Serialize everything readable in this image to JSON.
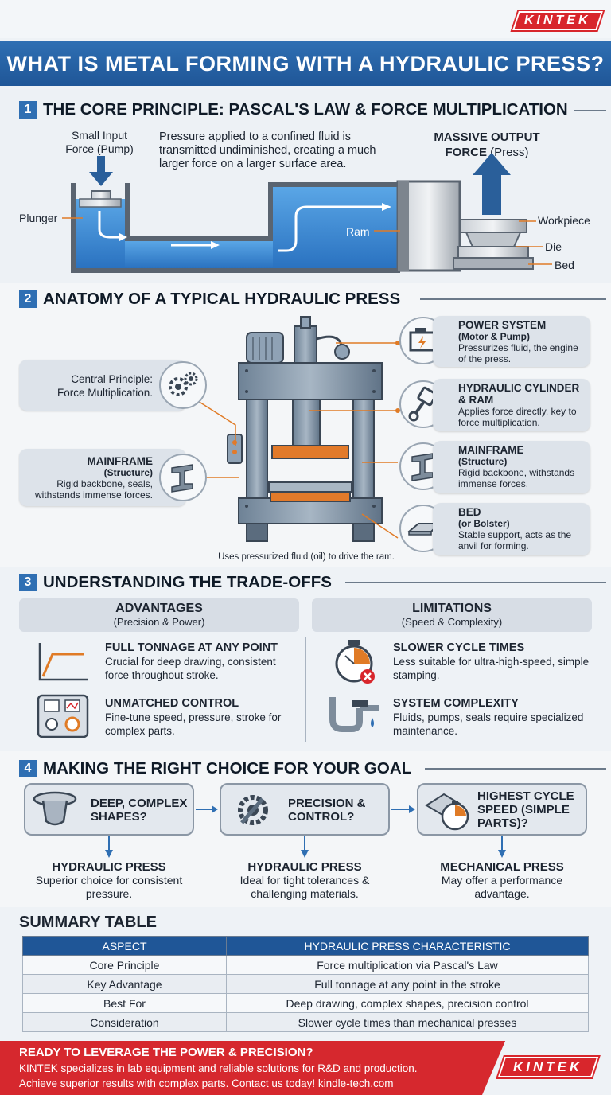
{
  "brand": {
    "logo_text": "KINTEK",
    "accent": "#d8262c",
    "primary": "#1f5697"
  },
  "title": "WHAT IS METAL FORMING WITH A HYDRAULIC PRESS?",
  "section1": {
    "num": "1",
    "title": "THE CORE PRINCIPLE: PASCAL'S LAW & FORCE MULTIPLICATION",
    "input_label_1": "Small Input",
    "input_label_2": "Force (Pump)",
    "description": "Pressure applied to a confined fluid is transmitted undiminished, creating a much larger force on a larger surface area.",
    "output_label_1": "MASSIVE OUTPUT",
    "output_label_2": "FORCE",
    "output_label_3": "(Press)",
    "plunger": "Plunger",
    "ram": "Ram",
    "workpiece": "Workpiece",
    "die": "Die",
    "bed": "Bed"
  },
  "section2": {
    "num": "2",
    "title": "ANATOMY OF A TYPICAL HYDRAULIC PRESS",
    "left_cards": [
      {
        "title": "Central Principle:",
        "body": "Force Multiplication.",
        "icon": "gears-icon"
      },
      {
        "title": "MAINFRAME",
        "sub": "(Structure)",
        "body": "Rigid backbone, seals, withstands immense forces.",
        "icon": "i-beam-icon"
      }
    ],
    "right_cards": [
      {
        "title": "POWER SYSTEM",
        "sub": "(Motor & Pump)",
        "body": "Pressurizes fluid, the engine of the press.",
        "icon": "engine-icon"
      },
      {
        "title": "HYDRAULIC CYLINDER & RAM",
        "body": "Applies force directly, key to force multiplication.",
        "icon": "piston-icon"
      },
      {
        "title": "MAINFRAME",
        "sub": "(Structure)",
        "body": "Rigid backbone, withstands immense forces.",
        "icon": "i-beam-icon"
      },
      {
        "title": "BED",
        "sub": "(or Bolster)",
        "body": "Stable support, acts as the anvil for forming.",
        "icon": "plate-icon"
      }
    ],
    "caption": "Uses pressurized fluid (oil) to drive the ram."
  },
  "section3": {
    "num": "3",
    "title": "UNDERSTANDING THE TRADE-OFFS",
    "advantages": {
      "header": "ADVANTAGES",
      "sub": "(Precision & Power)",
      "items": [
        {
          "title": "FULL TONNAGE AT ANY POINT",
          "body": "Crucial for deep drawing, consistent force throughout stroke.",
          "icon": "tonnage-graph-icon"
        },
        {
          "title": "UNMATCHED CONTROL",
          "body": "Fine-tune speed, pressure, stroke for complex parts.",
          "icon": "control-panel-icon"
        }
      ]
    },
    "limitations": {
      "header": "LIMITATIONS",
      "sub": "(Speed & Complexity)",
      "items": [
        {
          "title": "SLOWER CYCLE TIMES",
          "body": "Less suitable for ultra-high-speed, simple stamping.",
          "icon": "stopwatch-icon"
        },
        {
          "title": "SYSTEM COMPLEXITY",
          "body": "Fluids, pumps, seals require specialized maintenance.",
          "icon": "pipes-icon"
        }
      ]
    }
  },
  "section4": {
    "num": "4",
    "title": "MAKING THE RIGHT CHOICE FOR YOUR GOAL",
    "choices": [
      {
        "question": "DEEP, COMPLEX SHAPES?",
        "result_title": "HYDRAULIC PRESS",
        "result_body": "Superior choice for consistent pressure.",
        "icon": "deep-cup-icon"
      },
      {
        "question": "PRECISION & CONTROL?",
        "result_title": "HYDRAULIC PRESS",
        "result_body": "Ideal for tight tolerances & challenging materials.",
        "icon": "gear-wrench-icon"
      },
      {
        "question": "HIGHEST CYCLE SPEED (SIMPLE PARTS)?",
        "result_title": "MECHANICAL PRESS",
        "result_body": "May offer a performance advantage.",
        "icon": "speed-stopwatch-icon"
      }
    ]
  },
  "summary": {
    "title": "SUMMARY TABLE",
    "headers": [
      "ASPECT",
      "HYDRAULIC PRESS CHARACTERISTIC"
    ],
    "rows": [
      [
        "Core Principle",
        "Force multiplication via Pascal's Law"
      ],
      [
        "Key Advantage",
        "Full tonnage at any point in the stroke"
      ],
      [
        "Best For",
        "Deep drawing, complex shapes, precision control"
      ],
      [
        "Consideration",
        "Slower cycle times than mechanical presses"
      ]
    ]
  },
  "footer": {
    "headline": "READY TO LEVERAGE THE POWER & PRECISION?",
    "line1": "KINTEK specializes in lab equipment and reliable solutions for R&D and production.",
    "line2": "Achieve superior results with complex parts. Contact us today! kindle-tech.com"
  }
}
